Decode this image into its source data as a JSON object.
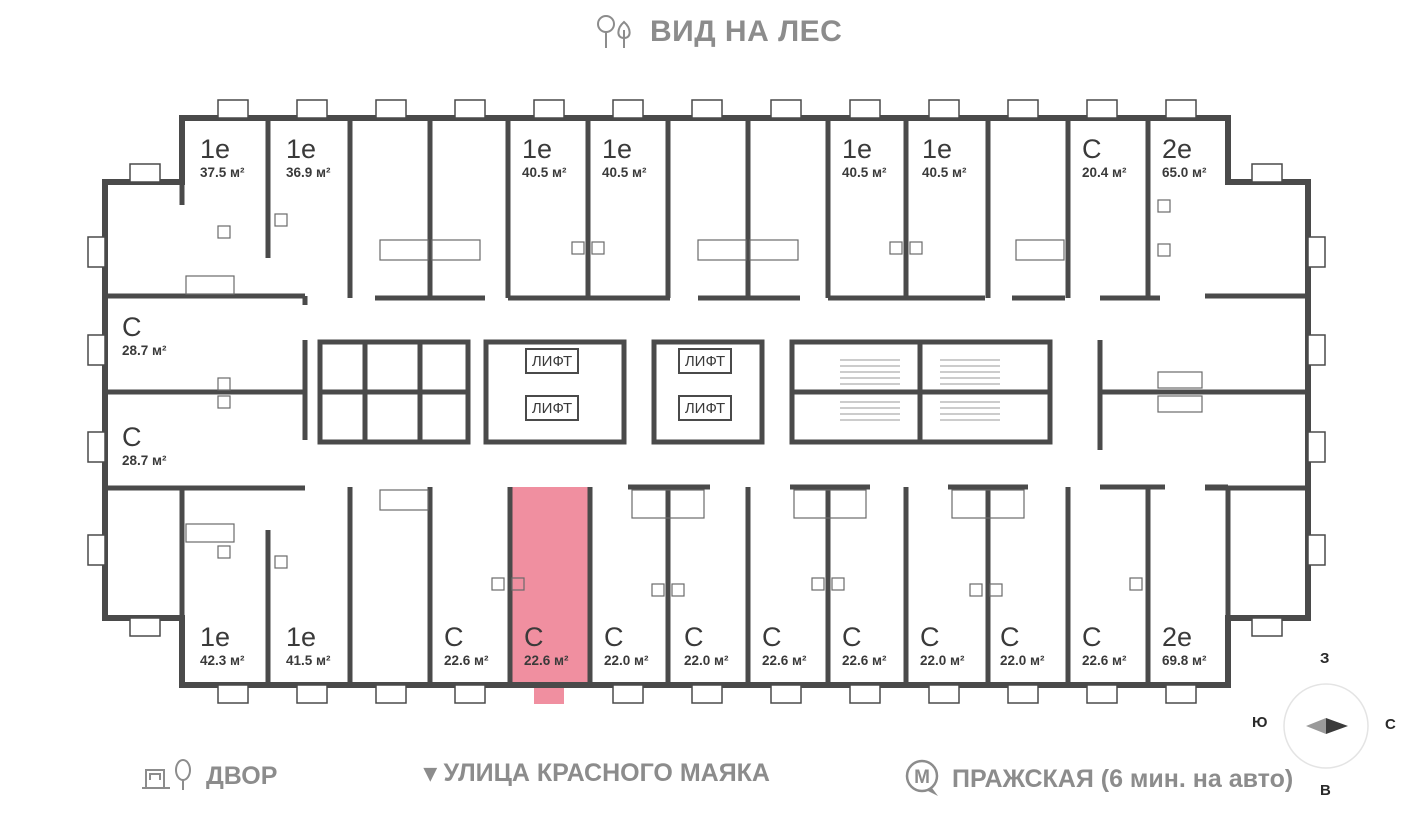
{
  "header": {
    "view_label": "ВИД НА ЛЕС"
  },
  "apartments_top": [
    {
      "type": "1е",
      "area": "37.5 м²"
    },
    {
      "type": "1е",
      "area": "36.9 м²"
    },
    {
      "type": "1е",
      "area": "40.5 м²"
    },
    {
      "type": "1е",
      "area": "40.5 м²"
    },
    {
      "type": "1е",
      "area": "40.5 м²"
    },
    {
      "type": "1е",
      "area": "40.5 м²"
    },
    {
      "type": "С",
      "area": "20.4 м²"
    },
    {
      "type": "2е",
      "area": "65.0 м²"
    }
  ],
  "apartments_side": [
    {
      "type": "С",
      "area": "28.7 м²"
    },
    {
      "type": "С",
      "area": "28.7 м²"
    }
  ],
  "apartments_bottom": [
    {
      "type": "1е",
      "area": "42.3 м²"
    },
    {
      "type": "1е",
      "area": "41.5 м²"
    },
    {
      "type": "С",
      "area": "22.6 м²"
    },
    {
      "type": "С",
      "area": "22.6 м²"
    },
    {
      "type": "С",
      "area": "22.0 м²"
    },
    {
      "type": "С",
      "area": "22.0 м²"
    },
    {
      "type": "С",
      "area": "22.6 м²"
    },
    {
      "type": "С",
      "area": "22.6 м²"
    },
    {
      "type": "С",
      "area": "22.0 м²"
    },
    {
      "type": "С",
      "area": "22.0 м²"
    },
    {
      "type": "С",
      "area": "22.6 м²"
    },
    {
      "type": "2е",
      "area": "69.8 м²"
    }
  ],
  "lifts": [
    "ЛИФТ",
    "ЛИФТ",
    "ЛИФТ",
    "ЛИФТ"
  ],
  "footer": {
    "yard_label": "ДВОР",
    "street_label": "▾ УЛИЦА КРАСНОГО МАЯКА",
    "metro_label": "ПРАЖСКАЯ (6 мин. на авто)",
    "metro_letter": "М"
  },
  "compass": {
    "north": "З",
    "south": "В",
    "west": "Ю",
    "east": "С"
  },
  "colors": {
    "wall": "#4a4a4a",
    "highlight": "#f08fa0",
    "muted_text": "#8c8c8c"
  },
  "icons": [
    "tree-icon",
    "yard-icon",
    "metro-icon",
    "compass-icon"
  ]
}
